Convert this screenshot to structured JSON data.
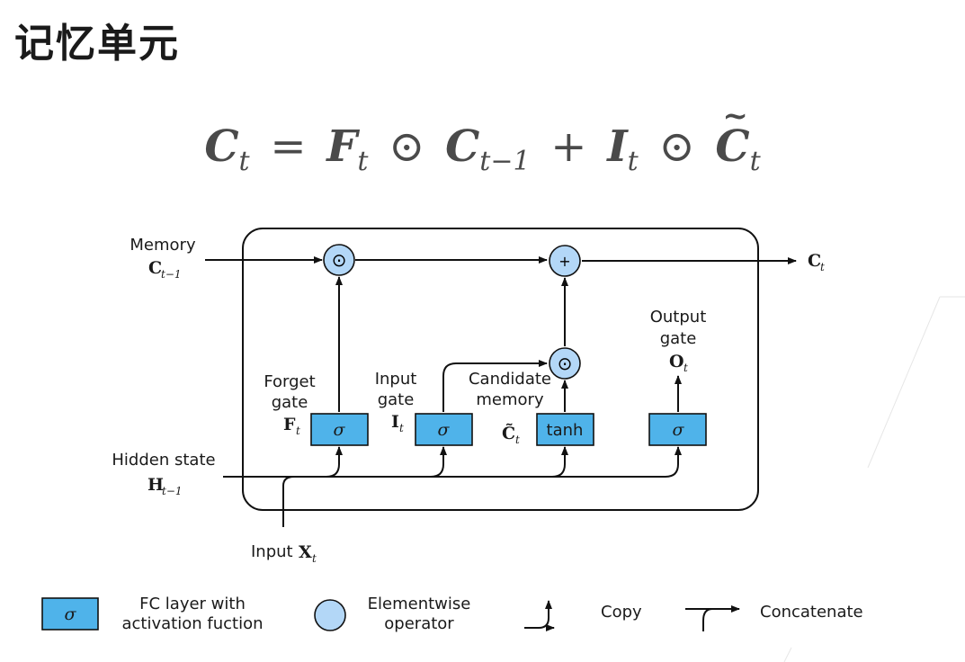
{
  "title": "记忆单元",
  "formula": {
    "lhs": "C",
    "lhs_sub": "t",
    "eq": "=",
    "f": "F",
    "f_sub": "t",
    "odot1": "⊙",
    "c_prev": "C",
    "c_prev_sub": "t−1",
    "plus": "+",
    "i": "I",
    "i_sub": "t",
    "odot2": "⊙",
    "c_tilde": "C",
    "c_tilde_sub": "t"
  },
  "diagram": {
    "memory_label": "Memory",
    "memory_sym": "C",
    "memory_sub": "t−1",
    "output_sym": "C",
    "output_sub": "t",
    "hidden_label": "Hidden state",
    "hidden_sym": "H",
    "hidden_sub": "t−1",
    "input_label": "Input",
    "input_sym": "X",
    "input_sub": "t",
    "forget_line1": "Forget",
    "forget_line2": "gate",
    "forget_sym": "F",
    "forget_sub": "t",
    "inputgate_line1": "Input",
    "inputgate_line2": "gate",
    "inputgate_sym": "I",
    "inputgate_sub": "t",
    "candidate_line1": "Candidate",
    "candidate_line2": "memory",
    "candidate_sym": "C̃",
    "candidate_sub": "t",
    "output_line1": "Output",
    "output_line2": "gate",
    "outputgate_sym": "O",
    "outputgate_sub": "t",
    "sigma": "σ",
    "tanh": "tanh",
    "odot": "⊙",
    "plus": "+"
  },
  "legend": {
    "fc_sigma": "σ",
    "fc_line1": "FC layer with",
    "fc_line2": "activation fuction",
    "elem_line1": "Elementwise",
    "elem_line2": "operator",
    "copy": "Copy",
    "concat": "Concatenate"
  }
}
